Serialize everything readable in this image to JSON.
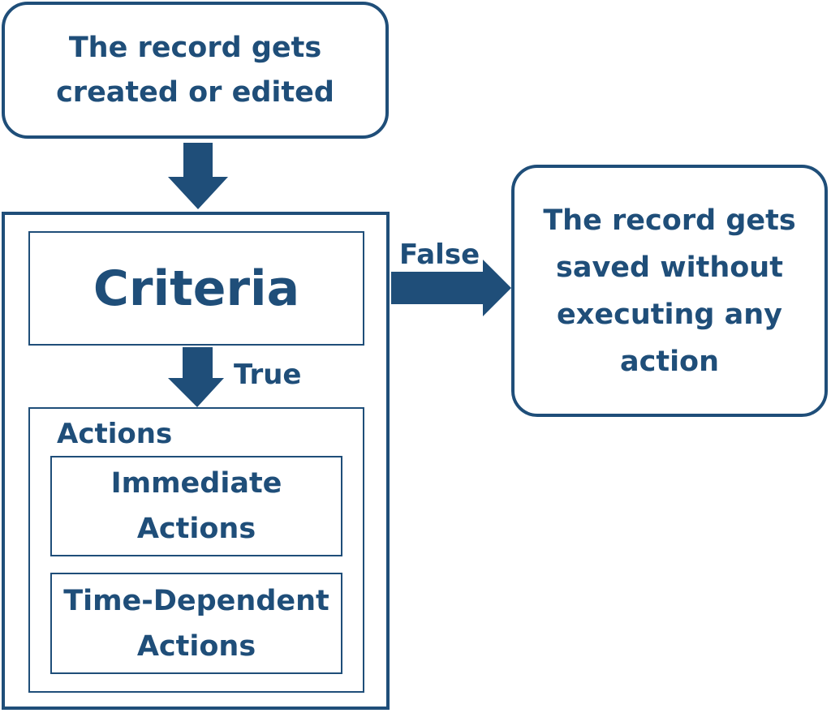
{
  "diagram": {
    "start": {
      "text": "The record gets\ncreated or edited"
    },
    "criteria": {
      "text": "Criteria"
    },
    "edges": {
      "true_label": "True",
      "false_label": "False"
    },
    "actions": {
      "heading": "Actions",
      "immediate": "Immediate\nActions",
      "time_dependent": "Time-Dependent\nActions"
    },
    "end": {
      "text": "The record gets\nsaved without\nexecuting any\naction"
    },
    "colors": {
      "primary": "#1f4e79",
      "background": "#ffffff"
    }
  }
}
